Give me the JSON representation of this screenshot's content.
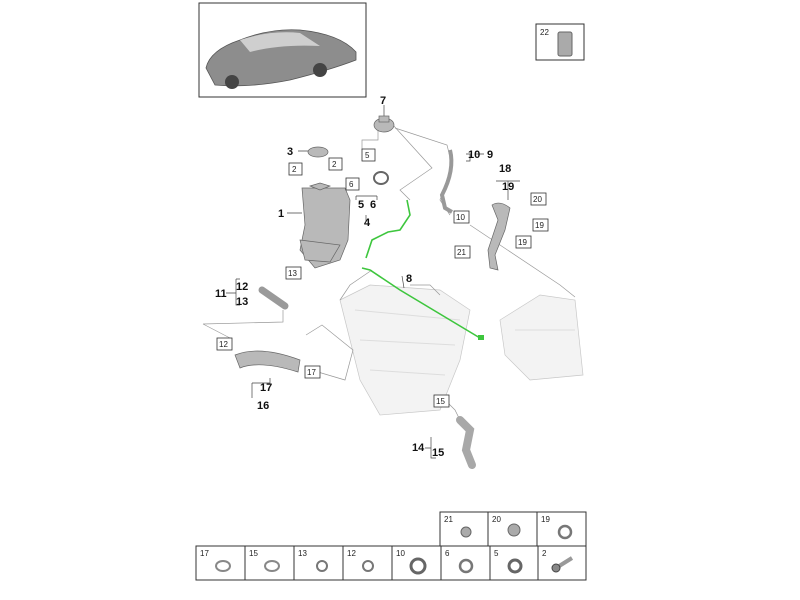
{
  "diagram": {
    "thumbnail_label": "vehicle-overview",
    "kit_label": "22",
    "callouts": {
      "c7": "7",
      "c3": "3",
      "c1": "1",
      "c5": "5",
      "c6": "6",
      "c4": "4",
      "c10": "10",
      "c9": "9",
      "c18": "18",
      "c19": "19",
      "c8": "8",
      "c11": "11",
      "c12": "12",
      "c13": "13",
      "c17": "17",
      "c16": "16",
      "c14": "14",
      "c15": "15"
    },
    "boxed": {
      "b2a": "2",
      "b2b": "2",
      "b5": "5",
      "b6": "6",
      "b10": "10",
      "b13": "13",
      "b20": "20",
      "b19a": "19",
      "b19b": "19",
      "b21": "21",
      "b12": "12",
      "b17": "17",
      "b15": "15"
    },
    "parts_table": {
      "top_row": [
        "21",
        "20",
        "19"
      ],
      "bottom_row": [
        "17",
        "15",
        "13",
        "12",
        "10",
        "6",
        "5",
        "2"
      ]
    },
    "colors": {
      "hose_highlight": "#3ec63e"
    }
  }
}
